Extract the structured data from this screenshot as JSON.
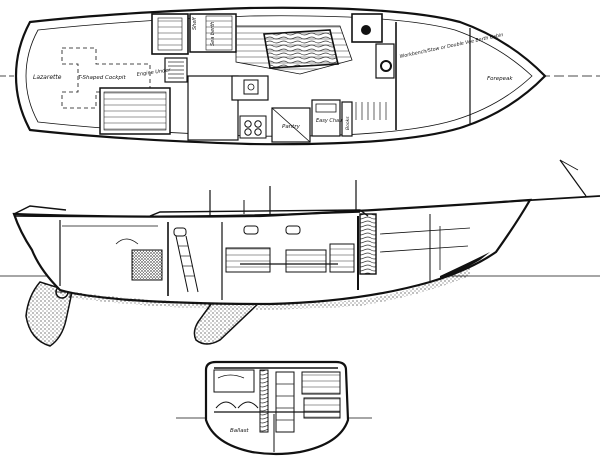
{
  "plan_labels": {
    "lazarette": "Lazarette",
    "cockpit": "T-Shaped Cockpit",
    "engine": "Engine Under",
    "shelf": "Shelf",
    "sea_berth": "Sea berth",
    "pantry": "Pantry",
    "easy_chair": "Easy Chair",
    "books": "Books",
    "workbench": "Workbench/Stow or Double Vee Berth Cabin",
    "forepeak": "Forepeak"
  },
  "section_labels": {
    "ballast": "Ballast"
  },
  "colors": {
    "ink": "#111111",
    "paper": "#ffffff",
    "wood": "#333333"
  }
}
